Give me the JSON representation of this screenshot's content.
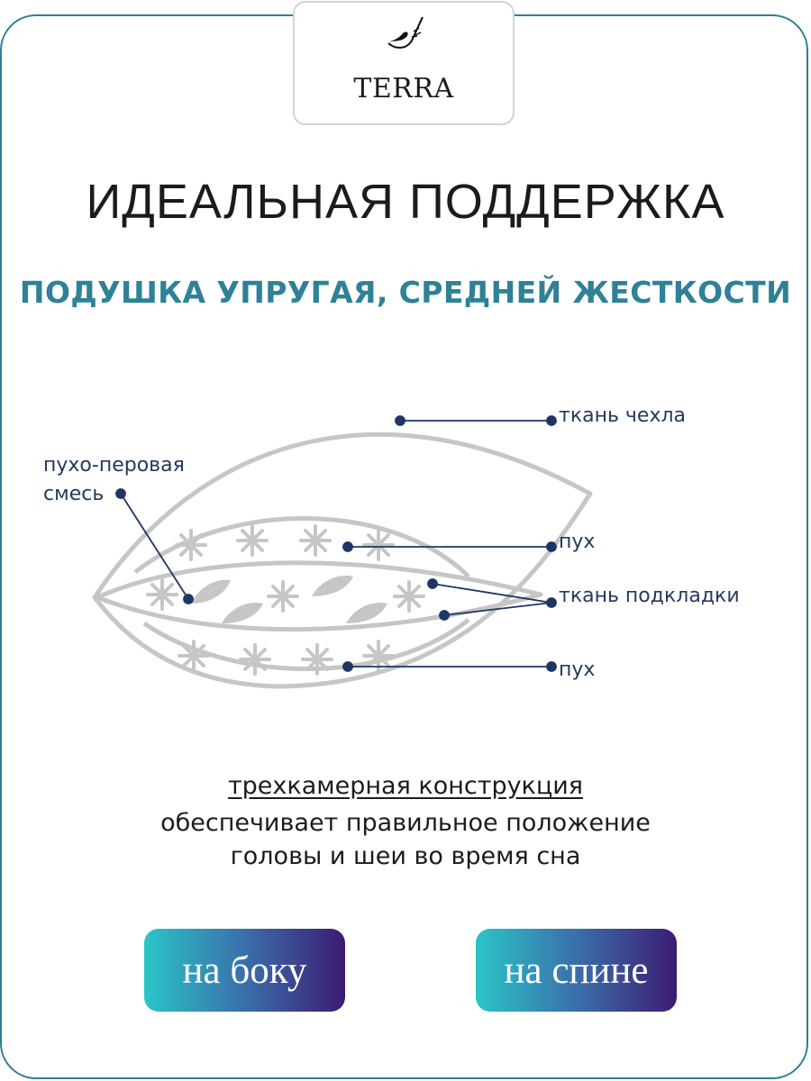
{
  "logo": {
    "brand": "TERRA"
  },
  "heading": {
    "title": "ИДЕАЛЬНАЯ ПОДДЕРЖКА",
    "subtitle": "ПОДУШКА УПРУГАЯ, СРЕДНЕЙ ЖЕСТКОСТИ"
  },
  "diagram": {
    "labels": {
      "cover_fabric": "ткань чехла",
      "down_top": "пух",
      "lining_fabric": "ткань подкладки",
      "down_bottom": "пух",
      "mix_line1": "пухо-перовая",
      "mix_line2": "смесь"
    },
    "colors": {
      "outline": "#c4c4c4",
      "leader": "#1f3563"
    }
  },
  "description": {
    "line1": "трехкамерная конструкция",
    "line2": "обеспечивает правильное положение",
    "line3": "головы и шеи во время сна"
  },
  "buttons": {
    "side": "на боку",
    "back": "на спине"
  },
  "colors": {
    "frame": "#2e7f93",
    "subtitle": "#2e8197",
    "button_gradient": [
      "#2ac5c7",
      "#3a6fab",
      "#3d1c72"
    ]
  }
}
